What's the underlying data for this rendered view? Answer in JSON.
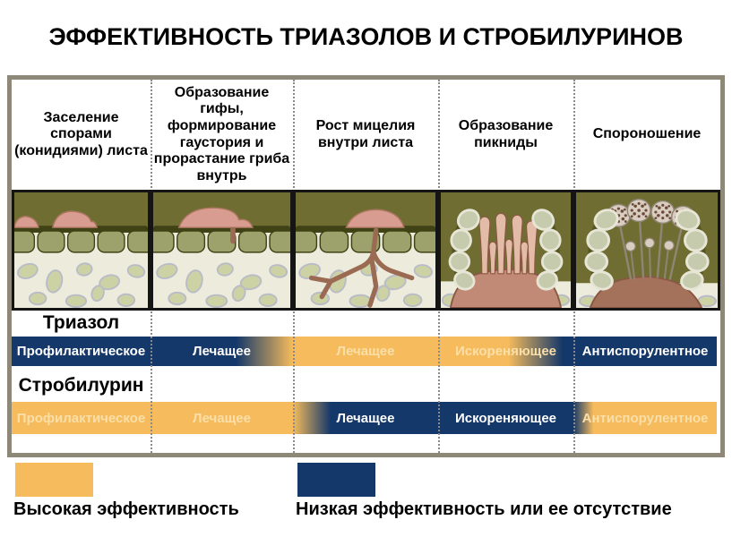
{
  "title": "ЭФФЕКТИВНОСТЬ ТРИАЗОЛОВ И СТРОБИЛУРИНОВ",
  "stages": [
    {
      "label": "Заселение спорами (конидиями) листа",
      "illustration": "spores-on-leaf-surface"
    },
    {
      "label": "Образование гифы, формирование гаустория и прорастание гриба внутрь",
      "illustration": "hypha-penetrating-epidermis"
    },
    {
      "label": "Рост мицелия внутри листа",
      "illustration": "mycelium-branching-inside-leaf"
    },
    {
      "label": "Образование пикниды",
      "illustration": "pycnidium-erupting-through-epidermis"
    },
    {
      "label": "Спороношение",
      "illustration": "conidiophores-with-spore-heads"
    }
  ],
  "rows": [
    {
      "name": "Триазол",
      "segments": [
        {
          "label": "Профилактическое",
          "effectiveness": "low"
        },
        {
          "label": "Лечащее",
          "effectiveness": "low2high-end"
        },
        {
          "label": "Лечащее",
          "effectiveness": "high"
        },
        {
          "label": "Искореняющее",
          "effectiveness": "high2low-end"
        },
        {
          "label": "Антиспорулентное",
          "effectiveness": "low"
        }
      ]
    },
    {
      "name": "Стробилурин",
      "segments": [
        {
          "label": "Профилактическое",
          "effectiveness": "high"
        },
        {
          "label": "Лечащее",
          "effectiveness": "high"
        },
        {
          "label": "Лечащее",
          "effectiveness": "high2low-start"
        },
        {
          "label": "Искореняющее",
          "effectiveness": "low"
        },
        {
          "label": "Антиспорулентное",
          "effectiveness": "low2high-start"
        }
      ]
    }
  ],
  "legend": [
    {
      "label": "Высокая эффективность",
      "color": "#F5BB5C",
      "color_key": "high"
    },
    {
      "label": "Низкая эффективность или ее отсутствие",
      "color": "#14386A",
      "color_key": "low"
    }
  ],
  "palette": {
    "high": "#F5BB5C",
    "low": "#14386A",
    "bar_text_on_low": "#FFFFFF",
    "bar_text_on_high": "#FBDFA8",
    "panel_border": "#8D8878",
    "separator": "#8A8A8A",
    "illustration": {
      "sky_olive": "#6F6D31",
      "cuticle": "#3F4214",
      "cell_fill": "#9DA26C",
      "cell_gap": "#E7E6D6",
      "mesophyll_bg": "#EDECDC",
      "mesophyll_blob": "#CDD2A4",
      "blob_stroke": "#B9BCC7",
      "fungus_pink": "#D89C90",
      "fungus_stroke": "#A9765F",
      "fungus_outline": "#8A5744",
      "hypha_brown": "#9B6A52",
      "pycnidia_mass": "#C08A76",
      "finger_pink": "#E3BCA8",
      "sporul_mass": "#A4725A",
      "stalk": "#8F8573",
      "spore_head": "#D9CCC0",
      "spore_dot": "#6B4A38",
      "side_cell": "#C6CBAD"
    }
  }
}
